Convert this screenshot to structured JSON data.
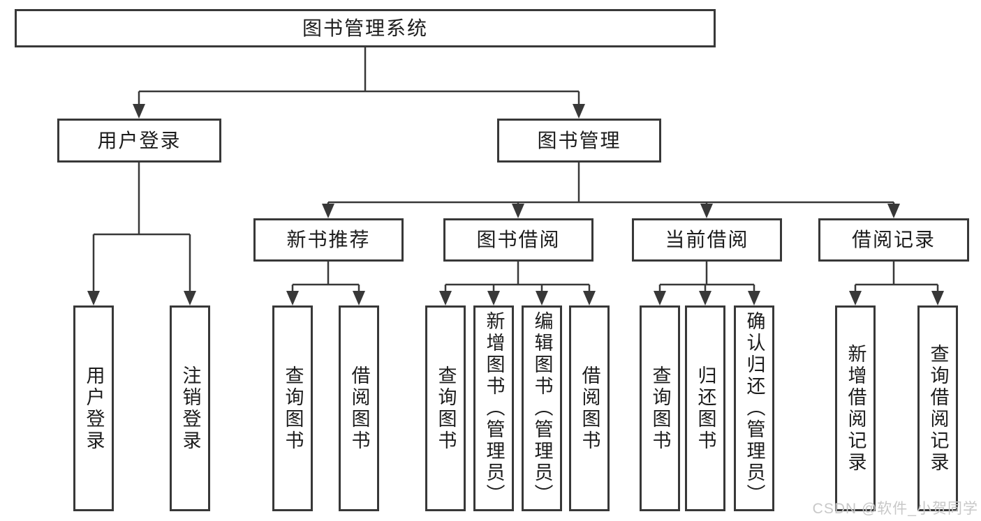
{
  "tree": {
    "label": "图书管理系统",
    "children": [
      {
        "label": "用户登录",
        "children": [
          {
            "label": "用户登录"
          },
          {
            "label": "注销登录"
          }
        ]
      },
      {
        "label": "图书管理",
        "children": [
          {
            "label": "新书推荐",
            "children": [
              {
                "label": "查询图书"
              },
              {
                "label": "借阅图书"
              }
            ]
          },
          {
            "label": "图书借阅",
            "children": [
              {
                "label": "查询图书"
              },
              {
                "label": "新增图书（管理员）"
              },
              {
                "label": "编辑图书（管理员）"
              },
              {
                "label": "借阅图书"
              }
            ]
          },
          {
            "label": "当前借阅",
            "children": [
              {
                "label": "查询图书"
              },
              {
                "label": "归还图书"
              },
              {
                "label": "确认归还（管理员）"
              }
            ]
          },
          {
            "label": "借阅记录",
            "children": [
              {
                "label": "新增借阅记录"
              },
              {
                "label": "查询借阅记录"
              }
            ]
          }
        ]
      }
    ]
  },
  "watermark": {
    "text": "CSDN @软件_小贺同学",
    "color": "#c8c8c8"
  },
  "colors": {
    "line": "#383838",
    "box_border": "#383838",
    "text": "#1c1c1c",
    "background": "#ffffff"
  }
}
